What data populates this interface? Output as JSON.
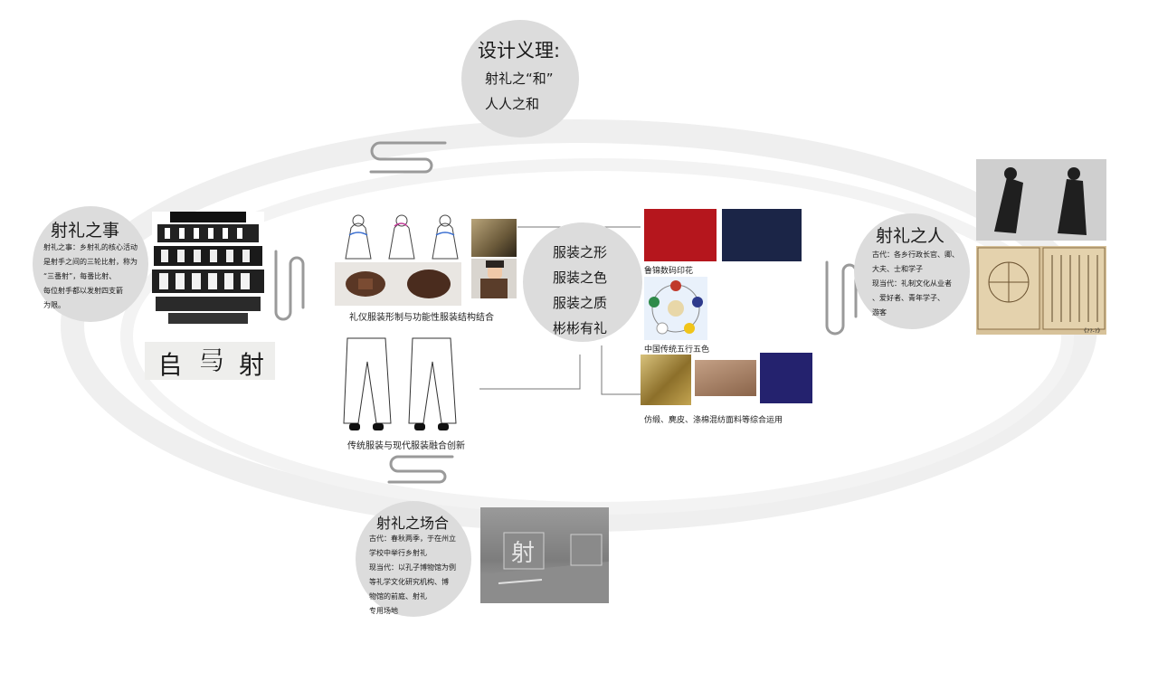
{
  "colors": {
    "circle": "#dcdcdc",
    "ring": "#ececec",
    "line": "#777777",
    "red": "#b5161d",
    "navy": "#1b2547",
    "gold": "#b99a48",
    "suede": "#a77f5e",
    "violet": "#24226e"
  },
  "top": {
    "title": "设计义理:",
    "line1": "射礼之“和”",
    "line2": "人人之和"
  },
  "left": {
    "title": "射礼之事",
    "lines": [
      "射礼之事：乡射礼的核心活动",
      "是射手之间的三轮比射，称为",
      "“三番射”，每番比射、",
      "每位射手都以发射四支箭",
      "为限。"
    ],
    "glyphs": [
      "𠂤",
      "𢎥",
      "射"
    ]
  },
  "center": {
    "lines": [
      "服装之形",
      "服装之色",
      "服装之质",
      "彬彬有礼"
    ]
  },
  "right": {
    "title": "射礼之人",
    "lines": [
      "古代：各乡行政长官、卿、",
      "大夫、士和学子",
      "现当代：礼制文化从业者",
      "、爱好者、青年学子、",
      "游客"
    ],
    "page_note": "《??-?》"
  },
  "bottom": {
    "title": "射礼之场合",
    "lines": [
      "古代：春秋两季，于在州立",
      "学校中举行乡射礼",
      "现当代：以孔子博物馆为例",
      "等礼学文化研究机构、博",
      "物馆的前庭、射礼",
      "专用场地"
    ],
    "wall_char": "射"
  },
  "captions": {
    "ceremonial": "礼仪服装形制与功能性服装结构结合",
    "traditional": "传统服装与现代服装融合创新",
    "print": "鲁锦数码印花",
    "five_colors": "中国传统五行五色",
    "fabrics": "仿缎、麂皮、涤棉混纺面料等综合运用"
  }
}
